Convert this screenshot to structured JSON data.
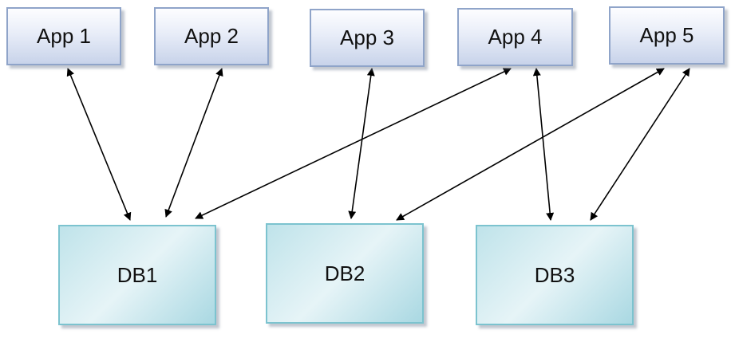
{
  "apps": [
    {
      "id": "app1",
      "label": "App 1"
    },
    {
      "id": "app2",
      "label": "App 2"
    },
    {
      "id": "app3",
      "label": "App 3"
    },
    {
      "id": "app4",
      "label": "App 4"
    },
    {
      "id": "app5",
      "label": "App 5"
    }
  ],
  "databases": [
    {
      "id": "db1",
      "label": "DB1"
    },
    {
      "id": "db2",
      "label": "DB2"
    },
    {
      "id": "db3",
      "label": "DB3"
    }
  ],
  "connections": [
    {
      "from": "app1",
      "to": "db1",
      "direction": "bidirectional"
    },
    {
      "from": "app2",
      "to": "db1",
      "direction": "bidirectional"
    },
    {
      "from": "app4",
      "to": "db1",
      "direction": "bidirectional"
    },
    {
      "from": "app3",
      "to": "db2",
      "direction": "bidirectional"
    },
    {
      "from": "app5",
      "to": "db2",
      "direction": "bidirectional"
    },
    {
      "from": "app4",
      "to": "db3",
      "direction": "bidirectional"
    },
    {
      "from": "app5",
      "to": "db3",
      "direction": "bidirectional"
    }
  ],
  "colors": {
    "app_border": "#8fa4c9",
    "db_border": "#7cc3cf",
    "arrow": "#000000"
  }
}
